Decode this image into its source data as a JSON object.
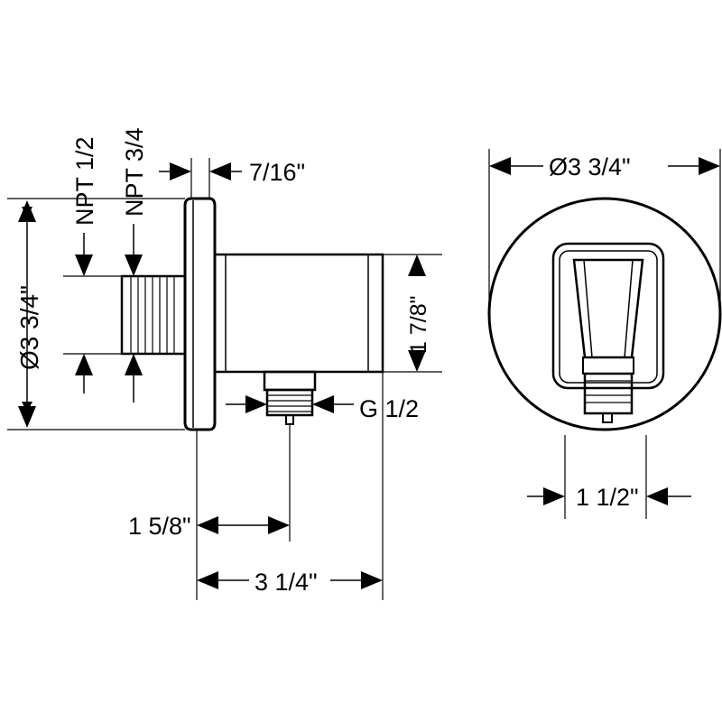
{
  "colors": {
    "ink": "#000000",
    "paper": "#ffffff"
  },
  "side_view": {
    "npt_half": "NPT 1/2",
    "npt_three_quarter": "NPT 3/4",
    "flange_thickness": "7/16\"",
    "flange_diameter": "Ø3 3/4\"",
    "body_height": "1 7/8\"",
    "outlet_thread": "G 1/2",
    "outlet_offset": "1 5/8\"",
    "overall_depth": "3 1/4\""
  },
  "front_view": {
    "flange_diameter": "Ø3 3/4\"",
    "body_width": "1 1/2\""
  }
}
